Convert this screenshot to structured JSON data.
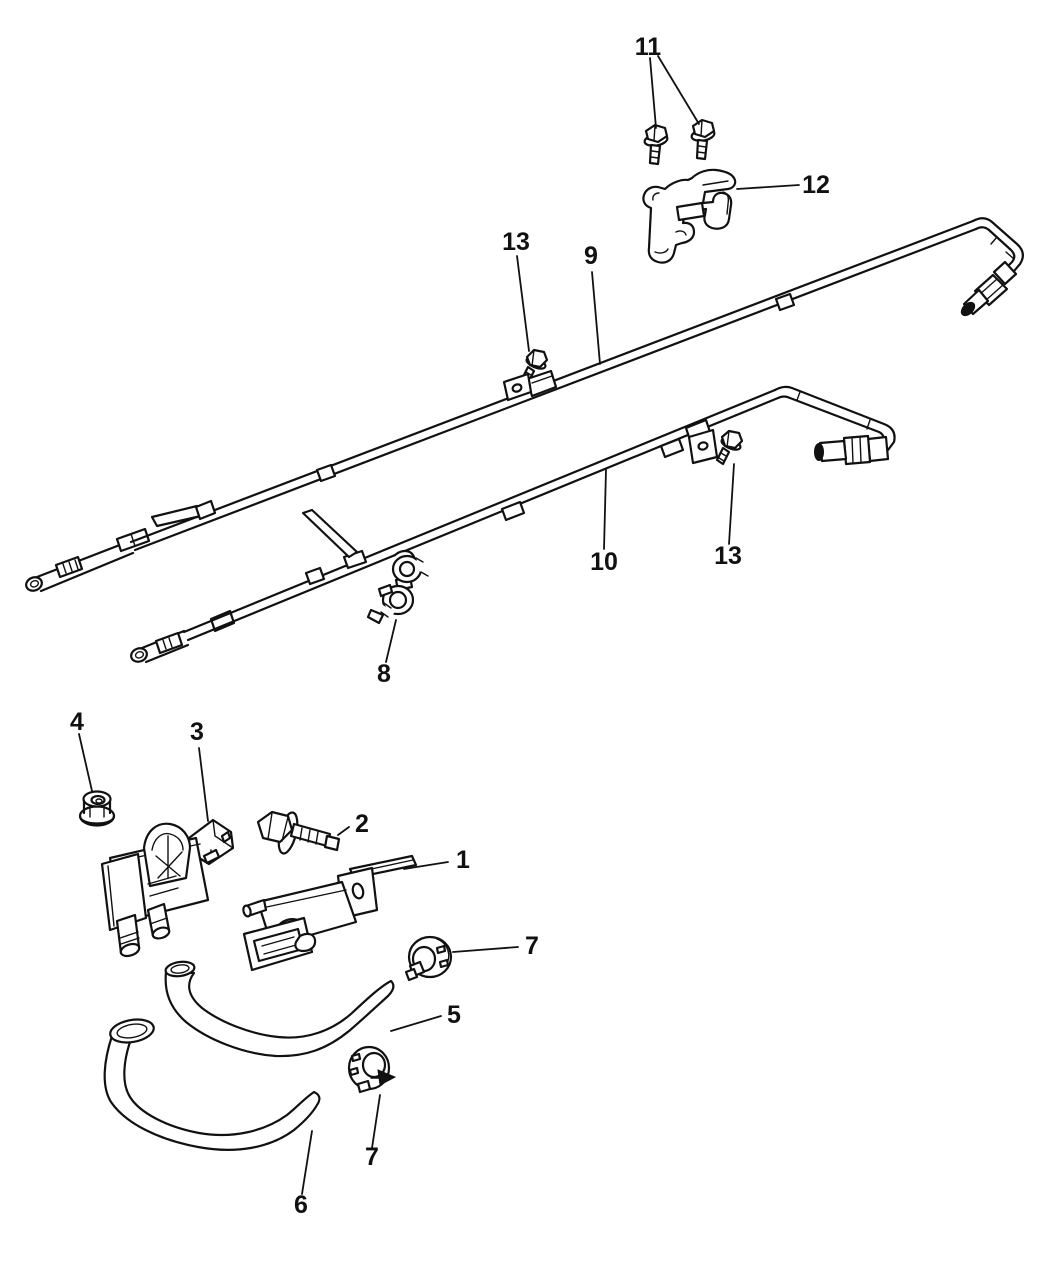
{
  "diagram": {
    "background_color": "#ffffff",
    "line_color": "#111111"
  },
  "callouts": [
    {
      "number": "11"
    },
    {
      "number": "12"
    },
    {
      "number": "13"
    },
    {
      "number": "9"
    },
    {
      "number": "10"
    },
    {
      "number": "13"
    },
    {
      "number": "8"
    },
    {
      "number": "4"
    },
    {
      "number": "3"
    },
    {
      "number": "2"
    },
    {
      "number": "1"
    },
    {
      "number": "7"
    },
    {
      "number": "5"
    },
    {
      "number": "7"
    },
    {
      "number": "6"
    }
  ]
}
